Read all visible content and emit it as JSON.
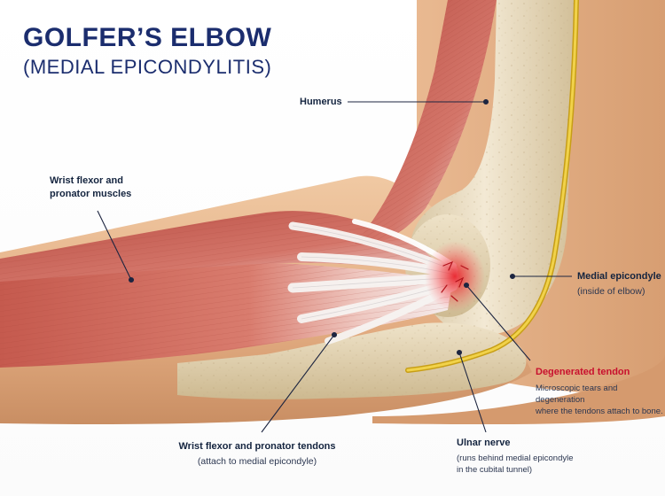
{
  "title": "GOLFER’S ELBOW",
  "subtitle": "(MEDIAL EPICONDYLITIS)",
  "labels": {
    "humerus": {
      "title": "Humerus"
    },
    "muscles": {
      "line1": "Wrist flexor and",
      "line2": "pronator muscles"
    },
    "epicondyle": {
      "title": "Medial epicondyle",
      "sub": "(inside of elbow)"
    },
    "degenerated": {
      "title": "Degenerated tendon",
      "sub1": "Microscopic tears and degeneration",
      "sub2": "where the tendons attach to bone."
    },
    "tendons": {
      "title": "Wrist flexor and pronator tendons",
      "sub": "(attach to medial epicondyle)"
    },
    "nerve": {
      "title": "Ulnar nerve",
      "sub1": "(runs behind medial epicondyle",
      "sub2": "in the cubital tunnel)"
    }
  },
  "colors": {
    "title": "#1b2d6e",
    "highlight": "#c8102e",
    "skin": "#e8b88f",
    "bone": "#e9dcc2",
    "muscle": "#d56a5e",
    "nerve": "#e2c02a"
  }
}
